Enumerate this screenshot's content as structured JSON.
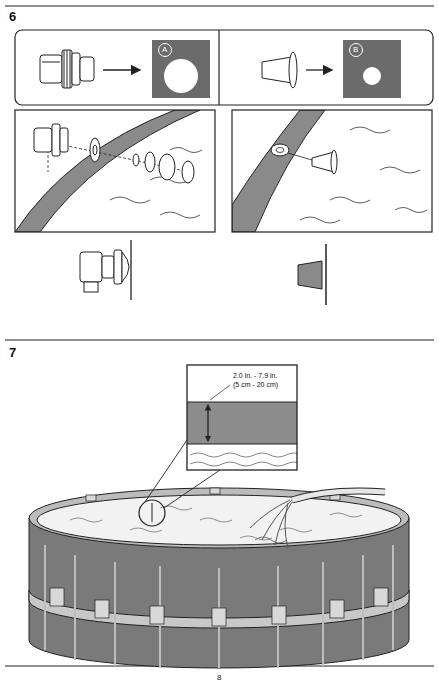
{
  "diagram": {
    "labels": [
      "6",
      "A",
      "B",
      "7",
      "2.0 in. - 7.9 in.",
      "(5 cm - 20 cm)",
      "8"
    ]
  }
}
